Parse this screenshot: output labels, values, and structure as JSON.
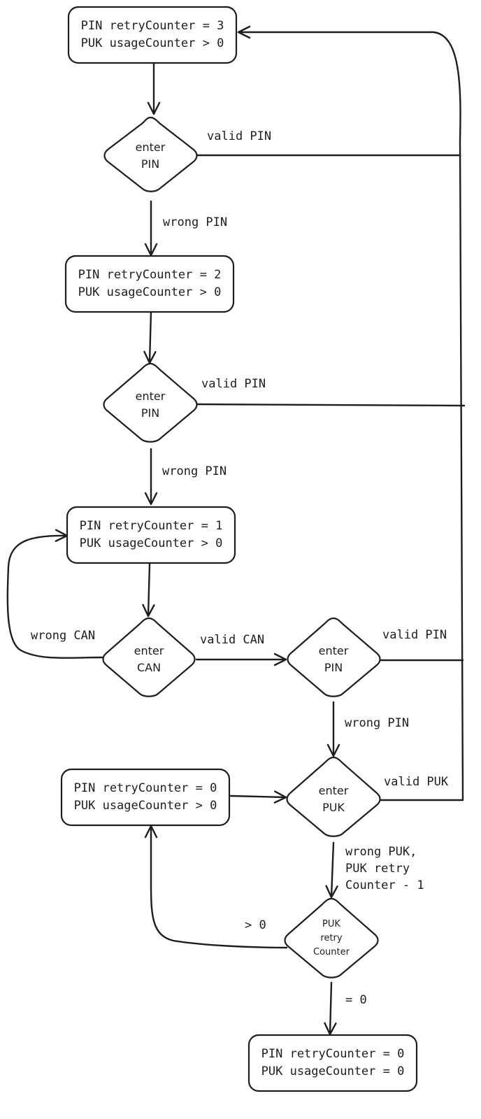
{
  "states": {
    "s3": {
      "line1": "PIN retryCounter = 3",
      "line2": "PUK usageCounter > 0"
    },
    "s2": {
      "line1": "PIN retryCounter = 2",
      "line2": "PUK usageCounter > 0"
    },
    "s1": {
      "line1": "PIN retryCounter = 1",
      "line2": "PUK usageCounter > 0"
    },
    "s0": {
      "line1": "PIN retryCounter = 0",
      "line2": "PUK usageCounter > 0"
    },
    "blocked": {
      "line1": "PIN retryCounter = 0",
      "line2": "PUK usageCounter = 0"
    }
  },
  "decisions": {
    "pin1": {
      "line1": "enter",
      "line2": "PIN"
    },
    "pin2": {
      "line1": "enter",
      "line2": "PIN"
    },
    "can": {
      "line1": "enter",
      "line2": "CAN"
    },
    "pin3": {
      "line1": "enter",
      "line2": "PIN"
    },
    "puk": {
      "line1": "enter",
      "line2": "PUK"
    },
    "pukcounter": {
      "line1": "PUK",
      "line2": "retry",
      "line3": "Counter"
    }
  },
  "labels": {
    "valid_pin_1": "valid PIN",
    "wrong_pin_1": "wrong PIN",
    "valid_pin_2": "valid PIN",
    "wrong_pin_2": "wrong PIN",
    "wrong_can": "wrong CAN",
    "valid_can": "valid CAN",
    "valid_pin_3": "valid PIN",
    "wrong_pin_3": "wrong PIN",
    "valid_puk": "valid PUK",
    "wrong_puk_1": "wrong PUK,",
    "wrong_puk_2": "PUK retry",
    "wrong_puk_3": "Counter - 1",
    "gt_zero": "> 0",
    "eq_zero": "= 0"
  }
}
